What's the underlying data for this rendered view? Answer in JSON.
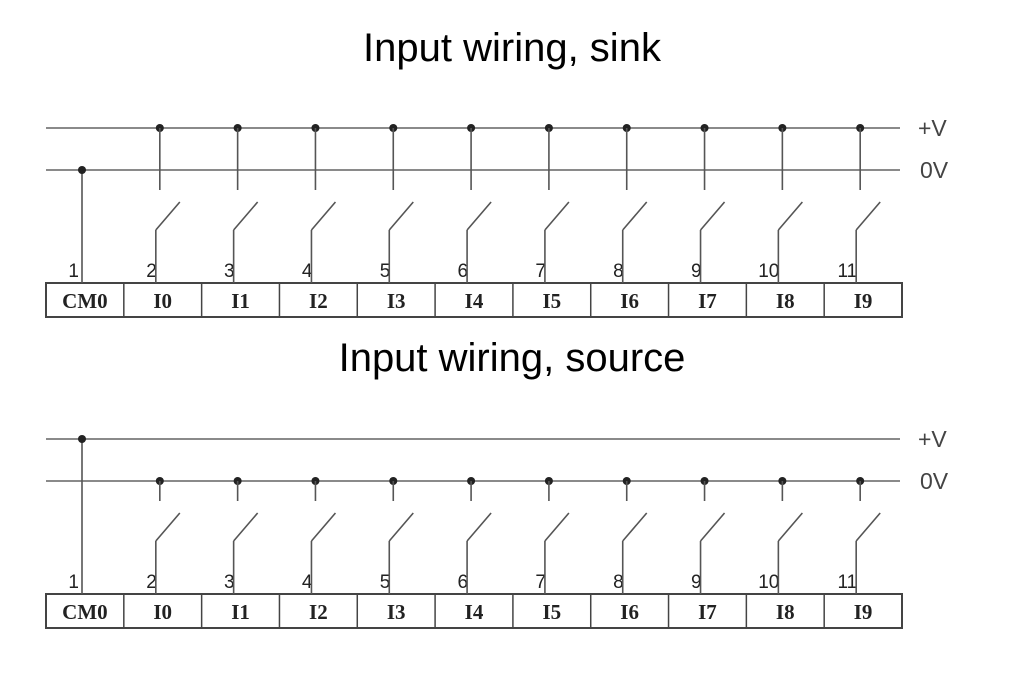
{
  "diagrams": [
    {
      "id": "sink",
      "title": "Input wiring, sink",
      "rails": {
        "top_label": "+V",
        "bottom_label": "0V"
      },
      "common_rail": "0V",
      "input_rail": "+V",
      "pin_numbers": [
        "1",
        "2",
        "3",
        "4",
        "5",
        "6",
        "7",
        "8",
        "9",
        "10",
        "11"
      ],
      "terminals": [
        "CM0",
        "I0",
        "I1",
        "I2",
        "I3",
        "I4",
        "I5",
        "I6",
        "I7",
        "I8",
        "I9"
      ]
    },
    {
      "id": "source",
      "title": "Input wiring, source",
      "rails": {
        "top_label": "+V",
        "bottom_label": "0V"
      },
      "common_rail": "+V",
      "input_rail": "0V",
      "pin_numbers": [
        "1",
        "2",
        "3",
        "4",
        "5",
        "6",
        "7",
        "8",
        "9",
        "10",
        "11"
      ],
      "terminals": [
        "CM0",
        "I0",
        "I1",
        "I2",
        "I3",
        "I4",
        "I5",
        "I6",
        "I7",
        "I8",
        "I9"
      ]
    }
  ]
}
